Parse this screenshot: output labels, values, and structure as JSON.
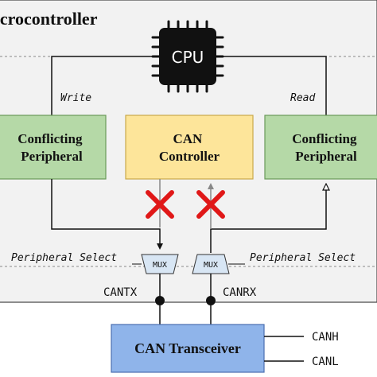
{
  "microcontroller": {
    "label": "Microcontroller",
    "fill": "#f2f2f2"
  },
  "cpu": {
    "label": "CPU",
    "fill": "#111111"
  },
  "links": {
    "write": "Write",
    "read": "Read"
  },
  "blocks": {
    "left_peripheral": [
      "Conflicting",
      "Peripheral"
    ],
    "can_controller": [
      "CAN",
      "Controller"
    ],
    "right_peripheral": [
      "Conflicting",
      "Peripheral"
    ],
    "transceiver": "CAN Transceiver"
  },
  "select": {
    "left": "Peripheral Select",
    "right": "Peripheral Select"
  },
  "mux": {
    "left": "MUX",
    "right": "MUX"
  },
  "signals": {
    "cantx": "CANTX",
    "canrx": "CANRX",
    "canh": "CANH",
    "canl": "CANL"
  },
  "colors": {
    "peripheral": "#b5d9a7",
    "peripheral_border": "#6a9a5a",
    "controller": "#fde59a",
    "controller_border": "#c9a94a",
    "transceiver": "#8fb4ea",
    "transceiver_border": "#4a6fb0",
    "mux": "#d8e6f4",
    "cross": "#e01818",
    "line": "#111111",
    "blocked_line": "#888888"
  }
}
